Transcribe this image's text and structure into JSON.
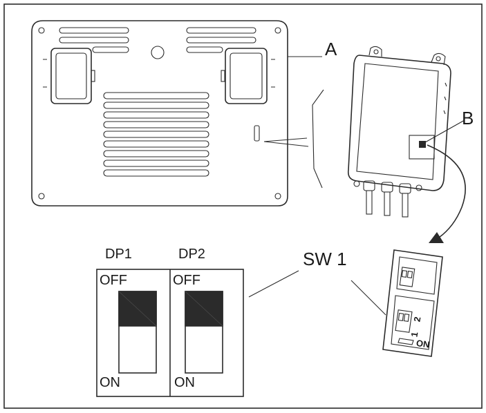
{
  "labels": {
    "a": "A",
    "b": "B",
    "sw1": "SW 1",
    "dp1": "DP1",
    "dp2": "DP2",
    "dp1_off": "OFF",
    "dp1_on": "ON",
    "dp2_off": "OFF",
    "dp2_on": "ON",
    "mini_1": "1",
    "mini_2": "2",
    "mini_on": "ON"
  },
  "switches": {
    "dp1_position": "OFF",
    "dp2_position": "OFF"
  },
  "colors": {
    "line": "#2a2a2a",
    "switch_knob": "#2b2b2b",
    "background": "#ffffff"
  }
}
